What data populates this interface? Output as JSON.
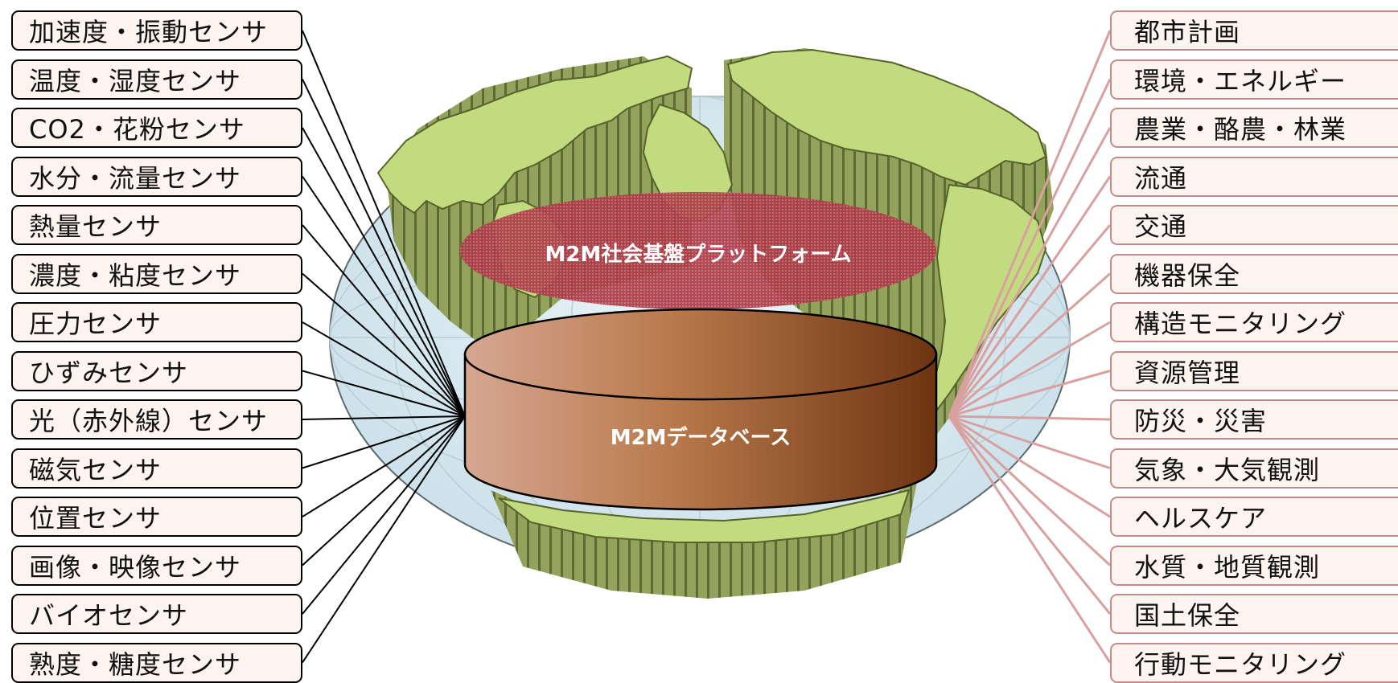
{
  "center": {
    "platform_label": "M2M社会基盤プラットフォーム",
    "database_label": "M2Mデータベース"
  },
  "sensors": [
    "加速度・振動センサ",
    "温度・湿度センサ",
    "CO2・花粉センサ",
    "水分・流量センサ",
    "熱量センサ",
    "濃度・粘度センサ",
    "圧力センサ",
    "ひずみセンサ",
    "光（赤外線）センサ",
    "磁気センサ",
    "位置センサ",
    "画像・映像センサ",
    "バイオセンサ",
    "熟度・糖度センサ"
  ],
  "applications": [
    "都市計画",
    "環境・エネルギー",
    "農業・酪農・林業",
    "流通",
    "交通",
    "機器保全",
    "構造モニタリング",
    "資源管理",
    "防災・災害",
    "気象・大気観測",
    "ヘルスケア",
    "水質・地質観測",
    "国土保全",
    "行動モニタリング"
  ],
  "colors": {
    "sensor_connector": "#000000",
    "application_connector": "#d9a0a0",
    "platform_ellipse": "#b03a48",
    "database_dark": "#6e3412",
    "database_light": "#d7a792",
    "land": "#b7cf78",
    "ocean": "#dcebf3"
  },
  "icons": {
    "background": "globe-icon"
  }
}
